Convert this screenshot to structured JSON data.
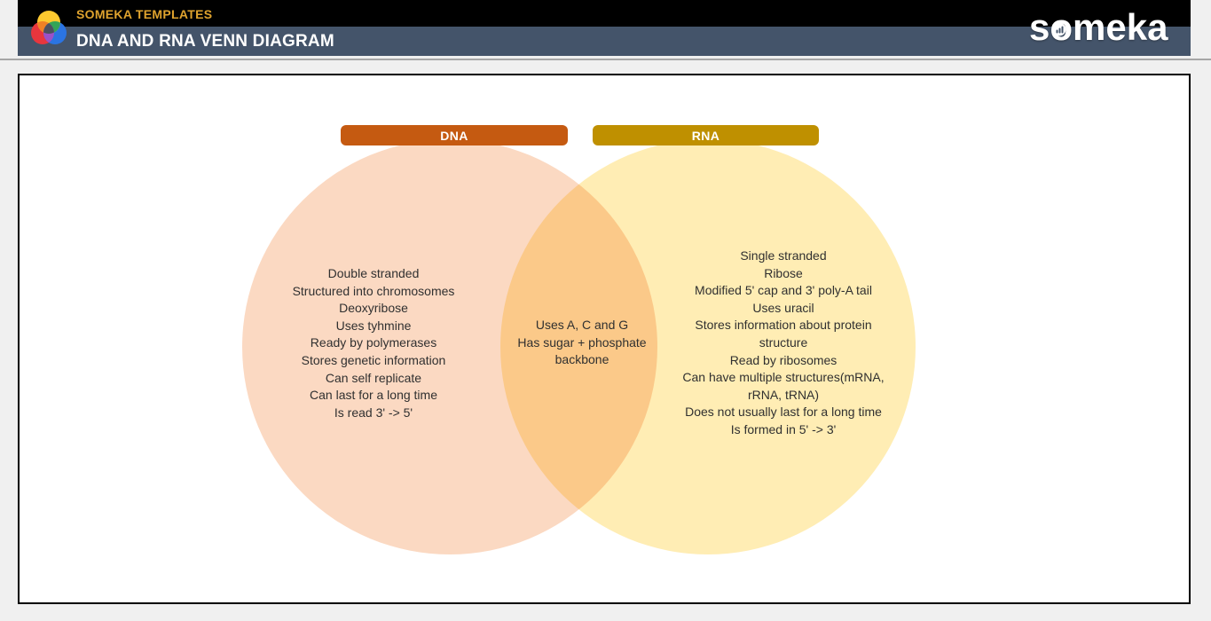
{
  "colors": {
    "brand-gold": "#dfa32e",
    "header-slate": "#44546a",
    "dna-accent": "#c55a11",
    "rna-accent": "#bf9000",
    "dna-fill": "#fbd9c2",
    "rna-fill": "#ffedb4",
    "overlap-fill": "#f8cc96",
    "text-dark": "#303030"
  },
  "header": {
    "brand": "SOMEKA TEMPLATES",
    "title": "DNA AND RNA VENN DIAGRAM",
    "logo_icon": "color-venn-circles-logo",
    "wordmark_parts": {
      "pre": "s",
      "o": "o",
      "post": "meka"
    }
  },
  "venn": {
    "dna": {
      "label": "DNA",
      "items": [
        "Double stranded",
        "Structured into chromosomes",
        "Deoxyribose",
        "Uses tyhmine",
        "Ready by polymerases",
        "Stores genetic information",
        "Can self replicate",
        "Can last for a long time",
        "Is read 3' -> 5'"
      ]
    },
    "rna": {
      "label": "RNA",
      "items": [
        "Single stranded",
        "Ribose",
        "Modified 5' cap and 3' poly-A tail",
        "Uses uracil",
        "Stores information about protein structure",
        "Read by ribosomes",
        "Can have multiple structures(mRNA, rRNA, tRNA)",
        "Does not usually last for a long time",
        "Is formed in 5' -> 3'"
      ]
    },
    "shared": {
      "items": [
        "Uses A, C and G",
        "Has sugar + phosphate backbone"
      ]
    }
  }
}
